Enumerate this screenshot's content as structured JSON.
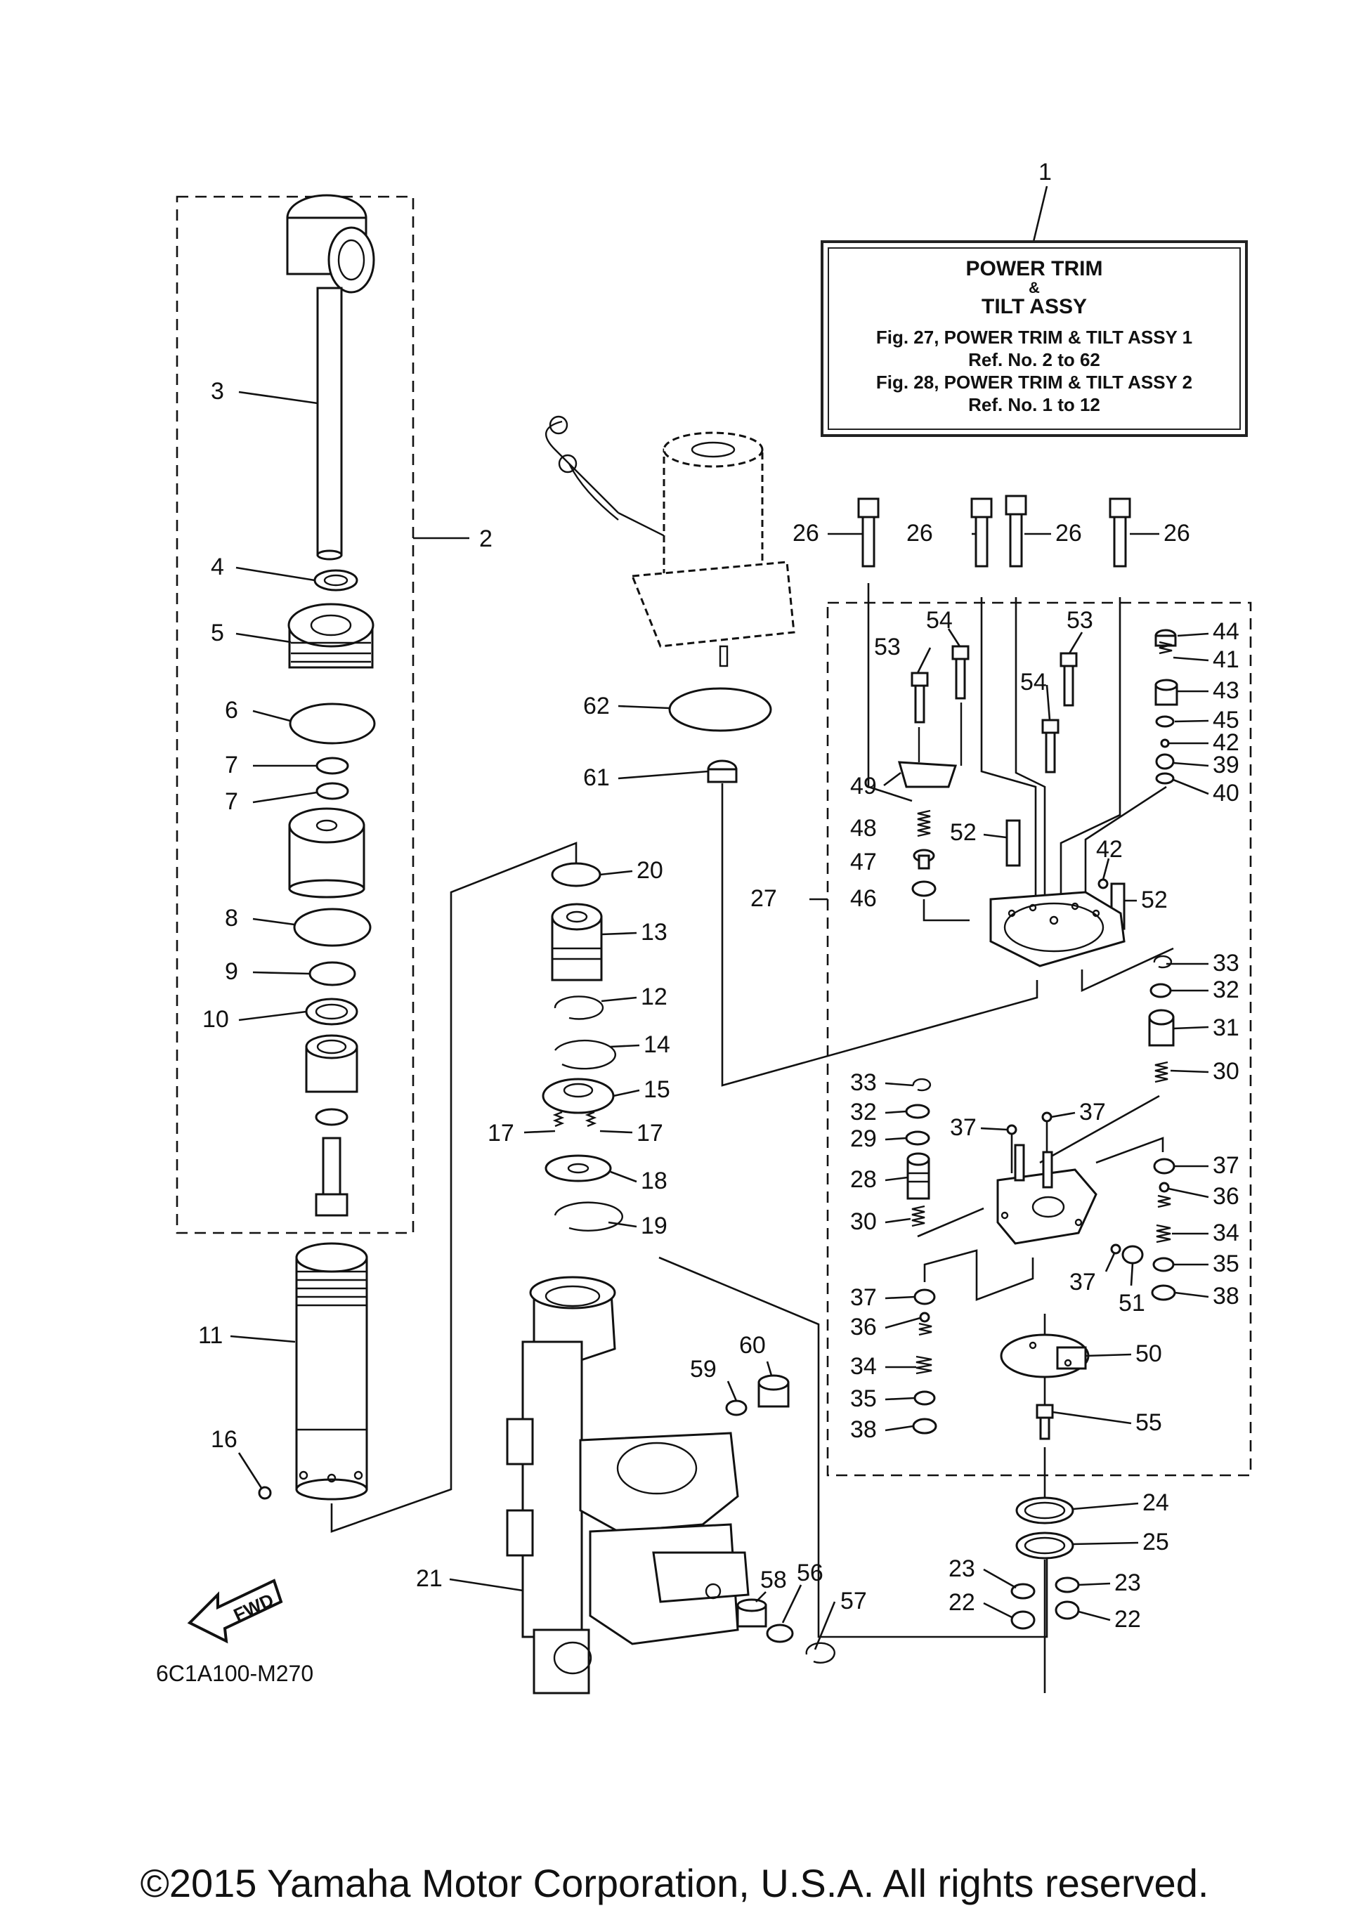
{
  "reference_box": {
    "title_line1": "POWER TRIM",
    "title_amp": "&",
    "title_line2": "TILT ASSY",
    "fig1": "Fig. 27, POWER TRIM & TILT ASSY 1",
    "ref1": "Ref. No. 2 to 62",
    "fig2": "Fig. 28, POWER TRIM & TILT ASSY 2",
    "ref2": "Ref. No. 1 to 12"
  },
  "fwd_label": "FWD",
  "diagram_code": "6C1A100-M270",
  "copyright": "©2015 Yamaha Motor Corporation, U.S.A. All rights reserved.",
  "callouts": [
    {
      "n": "1"
    },
    {
      "n": "2"
    },
    {
      "n": "3"
    },
    {
      "n": "4"
    },
    {
      "n": "5"
    },
    {
      "n": "6"
    },
    {
      "n": "7"
    },
    {
      "n": "7"
    },
    {
      "n": "8"
    },
    {
      "n": "9"
    },
    {
      "n": "10"
    },
    {
      "n": "11"
    },
    {
      "n": "16"
    },
    {
      "n": "20"
    },
    {
      "n": "13"
    },
    {
      "n": "12"
    },
    {
      "n": "14"
    },
    {
      "n": "15"
    },
    {
      "n": "17"
    },
    {
      "n": "17"
    },
    {
      "n": "18"
    },
    {
      "n": "19"
    },
    {
      "n": "21"
    },
    {
      "n": "59"
    },
    {
      "n": "60"
    },
    {
      "n": "58"
    },
    {
      "n": "56"
    },
    {
      "n": "57"
    },
    {
      "n": "62"
    },
    {
      "n": "61"
    },
    {
      "n": "26"
    },
    {
      "n": "26"
    },
    {
      "n": "26"
    },
    {
      "n": "26"
    },
    {
      "n": "54"
    },
    {
      "n": "53"
    },
    {
      "n": "53"
    },
    {
      "n": "54"
    },
    {
      "n": "44"
    },
    {
      "n": "41"
    },
    {
      "n": "43"
    },
    {
      "n": "45"
    },
    {
      "n": "42"
    },
    {
      "n": "39"
    },
    {
      "n": "40"
    },
    {
      "n": "49"
    },
    {
      "n": "48"
    },
    {
      "n": "52"
    },
    {
      "n": "47"
    },
    {
      "n": "42"
    },
    {
      "n": "27"
    },
    {
      "n": "46"
    },
    {
      "n": "52"
    },
    {
      "n": "33"
    },
    {
      "n": "32"
    },
    {
      "n": "31"
    },
    {
      "n": "30"
    },
    {
      "n": "33"
    },
    {
      "n": "32"
    },
    {
      "n": "29"
    },
    {
      "n": "37"
    },
    {
      "n": "37"
    },
    {
      "n": "28"
    },
    {
      "n": "30"
    },
    {
      "n": "37"
    },
    {
      "n": "36"
    },
    {
      "n": "34"
    },
    {
      "n": "35"
    },
    {
      "n": "38"
    },
    {
      "n": "37"
    },
    {
      "n": "51"
    },
    {
      "n": "37"
    },
    {
      "n": "36"
    },
    {
      "n": "34"
    },
    {
      "n": "35"
    },
    {
      "n": "38"
    },
    {
      "n": "50"
    },
    {
      "n": "55"
    },
    {
      "n": "24"
    },
    {
      "n": "25"
    },
    {
      "n": "23"
    },
    {
      "n": "23"
    },
    {
      "n": "22"
    },
    {
      "n": "22"
    }
  ]
}
